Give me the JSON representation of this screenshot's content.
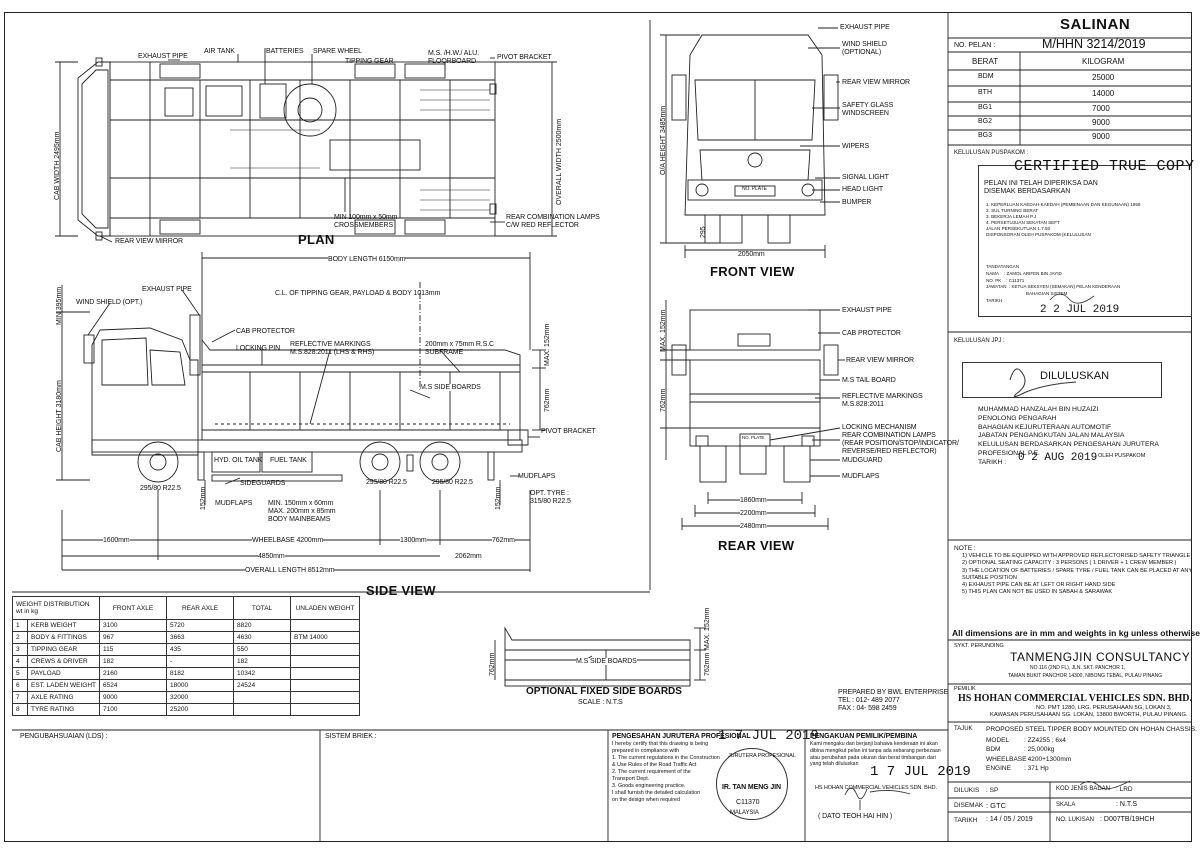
{
  "title_block": {
    "salinan": "SALINAN",
    "no_pelan_label": "NO. PELAN :",
    "no_pelan": "M/HHN 3214/2019",
    "berat": "BERAT",
    "kilogram": "KILOGRAM",
    "weights": [
      {
        "k": "BDM",
        "v": "25000"
      },
      {
        "k": "BTH",
        "v": "14000"
      },
      {
        "k": "BG1",
        "v": "7000"
      },
      {
        "k": "BG2",
        "v": "9000"
      },
      {
        "k": "BG3",
        "v": "9000"
      }
    ],
    "kelulusan_puspakom": "KELULUSAN PUSPAKOM :",
    "certified": "CERTIFIED TRUE COPY",
    "pelan_text1": "PELAN INI TELAH DIPERIKSA DAN",
    "pelan_text2": "DISEMAK BERDASARKAN",
    "cert_small": [
      "1. KEPERLUAN KAEDAH-KAEDAH (PEMBINAAN DAN KEGUNAAN) 1959",
      "2. SUL TURNING BERAT",
      "3. BEKERJA LEMAH P.J",
      "4. PERSETUJUAN SEKATAN SEFT",
      "   JALAN PERSEKUTUAN 1.7.93",
      "   DISPONSORAN OLEH PUSPAKOM (KELULUSAN"
    ],
    "tandatangan": "TANDATANGAN",
    "nama": "NAMA",
    "nama_v": ": ZAMOL ARIFEN BIN JAYID",
    "no_pk": "NO. PK",
    "no_pk_v": ": C11371",
    "jawatan": "JAWATAN",
    "jawatan_v": ": KETUA SEKSYEN (SEMAKAN) PELAN KENDERAAN",
    "jawatan_v2": "  BAHAGIAN SISTEM",
    "tarikh_label": "TARIKH",
    "stamp_date": "2 2 JUL 2019",
    "kelulusan_jpj": "KELULUSAN JPJ :",
    "diluluskan": "DILULUSKAN",
    "jpj_lines": [
      "MUHAMMAD HANZALAH BIN HUZAIZI",
      "PENOLONG PENGARAH",
      "BAHAGIAN KEJURUTERAAN AUTOMOTIF",
      "JABATAN PENGANGKUTAN JALAN MALAYSIA",
      "KELULUSAN BERDASARKAN PENGESAHAN JURUTERA",
      "PROFESIONAL P.E.",
      "TARIKH :"
    ],
    "jpj_date": "0 2  AUG  2019",
    "jpj_date_note": "OLEH PUSPAKOM",
    "note_title": "NOTE :",
    "notes": [
      "1) VEHICLE TO BE EQUIPPED WITH APPROVED REFLECTORISED SAFETY TRIANGLE",
      "2) OPTIONAL SEATING CAPACITY : 3 PERSONS ( 1 DRIVER  +  1 CREW MEMBER )",
      "3) THE LOCATION OF BATTERIES / SPARE TYRE / FUEL TANK CAN BE PLACED AT ANY",
      "    SUITABLE POSITION",
      "4) EXHAUST PIPE CAN BE AT LEFT OR RIGHT HAND SIDE",
      "5) THIS PLAN CAN NOT BE USED IN SABAH & SARAWAK"
    ],
    "all_dims": "All dimensions are in mm and weights in kg unless otherwise stated.",
    "sykt": "SYKT. PERUNDING",
    "consultancy": "TANMENGJIN CONSULTANCY",
    "consult_addr1": "NO.116 (2ND FL), JLN. SKT. PANCHOR 1,",
    "consult_addr2": "TAMAN BUKIT PANCHOR 14300, NIBONG TEBAL, PULAU PINANG",
    "pemilik": "PEMILIK",
    "owner": "HS HOHAN COMMERCIAL VEHICLES SDN. BHD.",
    "owner_addr1": "NO. PMT 1280, LRG. PERUSAHAAN 5G, LOKAN 3,",
    "owner_addr2": "KAWASAN PERUSAHAAN SG. LOKAN, 13800 BWORTH, PULAU PINANG.",
    "tajuk": "TAJUK",
    "tajuk_text": "PROPOSED STEEL TIPPER BODY MOUNTED ON HOHAN CHASSIS.",
    "model_k": "MODEL",
    "model_v": ": ZZ4255 ; 6x4",
    "bdm_k": "BDM",
    "bdm_v": ": 25,000kg",
    "wheelbase_k": "WHEELBASE",
    "wheelbase_v": ": 4200+1300mm",
    "engine_k": "ENGINE",
    "engine_v": ": 371 Hp",
    "dilukis_k": "DILUKIS",
    "dilukis_v": ": SP",
    "koj_k": "KOD JENIS BADAN",
    "koj_v": ": LRD",
    "disemak_k": "DISEMAK",
    "disemak_v": ": GTC",
    "skala_k": "SKALA",
    "skala_v": ": N.T.S",
    "tarikh_k": "TARIKH",
    "tarikh_v": ": 14 / 05 / 2019",
    "nolukisan_k": "NO. LUKISAN",
    "nolukisan_v": ": D007TB/19HCH"
  },
  "plan": {
    "title": "PLAN",
    "labels": {
      "exhaust": "EXHAUST PIPE",
      "air_tank": "AIR TANK",
      "batteries": "BATTERIES",
      "spare_wheel": "SPARE WHEEL",
      "tipping_gear": "TIPPING GEAR",
      "ms_floor1": "M.S. /H.W./ ALU.",
      "ms_floor2": "FLOORBOARD",
      "pivot": "PIVOT BRACKET",
      "min_cross1": "MIN 100mm x 50mm",
      "min_cross2": "CROSSMEMBERS",
      "rear_comb1": "REAR COMBINATION LAMPS",
      "rear_comb2": "C/W RED REFLECTOR",
      "rear_view": "REAR VIEW MIRROR",
      "cab_width": "CAB WIDTH 2495mm",
      "overall_width": "OVERALL WIDTH 2500mm"
    }
  },
  "side": {
    "title": "SIDE VIEW",
    "labels": {
      "body_len": "BODY LENGTH 6150mm",
      "cl_tipping": "C.L. OF TIPPING GEAR, PAYLOAD & BODY 1013mm",
      "exhaust": "EXHAUST PIPE",
      "wind_shield": "WIND SHIELD (OPT.)",
      "cab_protector": "CAB PROTECTOR",
      "locking_pin": "LOCKING PIN",
      "reflective1": "REFLECTIVE MARKINGS",
      "reflective2": "M.S.828:2011 (LHS & RHS)",
      "rsc1": "200mm x 75mm R.S.C",
      "rsc2": "SUBFRAME",
      "side_boards": "M.S SIDE BOARDS",
      "pivot": "PIVOT BRACKET",
      "hyd": "HYD. OIL TANK",
      "fuel": "FUEL TANK",
      "sideguards": "SIDEGUARDS",
      "mudflaps1": "MUDFLAPS",
      "mudflaps2": "MUDFLAPS",
      "opt_tyre1": "OPT. TYRE :",
      "opt_tyre2": "315/80 R22.5",
      "tyre_f": "295/80 R22.5",
      "tyre_r1": "295/80 R22.5",
      "tyre_r2": "295/80 R22.5",
      "main_beam1": "MIN. 150mm x 60mm",
      "main_beam2": "MAX. 200mm x 85mm",
      "main_beam3": "BODY MAINBEAMS",
      "d1600": "1600mm",
      "wheelbase": "WHEELBASE 4200mm",
      "d1300": "1300mm",
      "d762": "762mm",
      "d4850": "4850mm",
      "d2062": "2062mm",
      "overall_len": "OVERALL LENGTH 8512mm",
      "cab_height": "CAB HEIGHT 3180mm",
      "min395": "MIN 395mm",
      "max152": "MAX. 152mm",
      "d762v": "762mm",
      "d152v1": "152mm",
      "d152v2": "152mm"
    }
  },
  "front": {
    "title": "FRONT VIEW",
    "labels": {
      "exhaust": "EXHAUST PIPE",
      "wind1": "WIND SHIELD",
      "wind2": "(OPTIONAL)",
      "rvm": "REAR VIEW MIRROR",
      "safety1": "SAFETY GLASS",
      "safety2": "WINDSCREEN",
      "wipers": "WIPERS",
      "signal": "SIGNAL LIGHT",
      "head": "HEAD LIGHT",
      "bumper": "BUMPER",
      "plate": "NO. PLATE",
      "w2050": "2050mm",
      "oa_height": "O/A HEIGHT 3485mm",
      "d295": "295"
    }
  },
  "rear": {
    "title": "REAR VIEW",
    "labels": {
      "exhaust": "EXHAUST PIPE",
      "cab_protector": "CAB PROTECTOR",
      "rvm": "REAR VIEW MIRROR",
      "tail": "M.S TAIL BOARD",
      "refl1": "REFLECTIVE MARKINGS",
      "refl2": "M.S.828:2011",
      "lock": "LOCKING MECHANISM",
      "lamps1": "REAR COMBINATION LAMPS",
      "lamps2": "(REAR POSITION/STOP/INDICATOR/",
      "lamps3": "REVERSE/RED REFLECTOR)",
      "mudguard": "MUDGUARD",
      "mudflaps": "MUDFLAPS",
      "plate": "NO. PLATE",
      "d1860": "1860mm",
      "d2200": "2200mm",
      "d2480": "2480mm",
      "max152": "MAX. 152mm",
      "d762": "762mm"
    }
  },
  "optional": {
    "title": "OPTIONAL FIXED SIDE BOARDS",
    "scale": "SCALE : N.T.S",
    "boards": "M.S SIDE BOARDS",
    "max152": "MAX. 152mm",
    "d762": "762mm",
    "d762b": "762mm"
  },
  "weight_table": {
    "headers": [
      "WEIGHT DISTRIBUTION\nwt in kg",
      "FRONT AXLE",
      "REAR AXLE",
      "TOTAL",
      "UNLADEN WEIGHT"
    ],
    "rows": [
      [
        "1",
        "KERB WEIGHT",
        "3100",
        "5720",
        "8820",
        ""
      ],
      [
        "2",
        "BODY & FITTINGS",
        "967",
        "3663",
        "4630",
        "BTM 14000"
      ],
      [
        "3",
        "TIPPING GEAR",
        "115",
        "435",
        "550",
        ""
      ],
      [
        "4",
        "CREWS & DRIVER",
        "182",
        "-",
        "182",
        ""
      ],
      [
        "5",
        "PAYLOAD",
        "2160",
        "8182",
        "10342",
        ""
      ],
      [
        "6",
        "EST. LADEN WEIGHT",
        "6524",
        "18000",
        "24524",
        ""
      ],
      [
        "7",
        "AXLE RATING",
        "9000",
        "32000",
        "",
        ""
      ],
      [
        "8",
        "TYRE RATING",
        "7100",
        "25200",
        "",
        ""
      ]
    ]
  },
  "bottom": {
    "pengubahsuaian": "PENGUBAHSUAIAN (LDS) :",
    "sistem": "SISTEM BRIEK :",
    "prepared1": "PREPARED BY BWL ENTERPRISE",
    "prepared2": "TEL : 012- 489 2077",
    "prepared3": "FAX : 04- 598 2459",
    "pengesahan_title": "PENGESAHAN JURUTERA PROFESIONAL",
    "pengesahan_lines": [
      "I hereby certify  that  this drawing is being",
      "prepared in compliance with",
      "1. The current regulations in the Construction",
      "   & Use Rules of the Road Traffic Act",
      "2. The current requirement of the",
      "   Transport Dept.",
      "3. Goods engineering practice.",
      "I shall furnish the detailed calculation",
      "on the design when required"
    ],
    "eng_date": "1 7  JUL  2019",
    "eng_stamp1": "IR. TAN MENG JIN",
    "eng_stamp2": "C11370",
    "eng_stamp3": "MALAYSIA",
    "eng_stamp_top": "JURUTERA PROFESIONAL",
    "pemilik_title": "PENGAKUAN PEMILIK/PEMBINA",
    "pemilik_lines": [
      "Kami mengaku dan berjanji bahawa kenderaan ini akan",
      "dibina mengikut pelan ini tanpa ada sebarang perbezaan",
      "atau perubahan pada ukuran dan berat timbangan dari",
      "yang telah diluluskan"
    ],
    "owner_date": "1 7  JUL  2019",
    "owner_co": "HS HOHAN COMMERCIAL VEHICLES SDN. BHD.",
    "cop": "( DATO TEOH HAI HIN )"
  }
}
